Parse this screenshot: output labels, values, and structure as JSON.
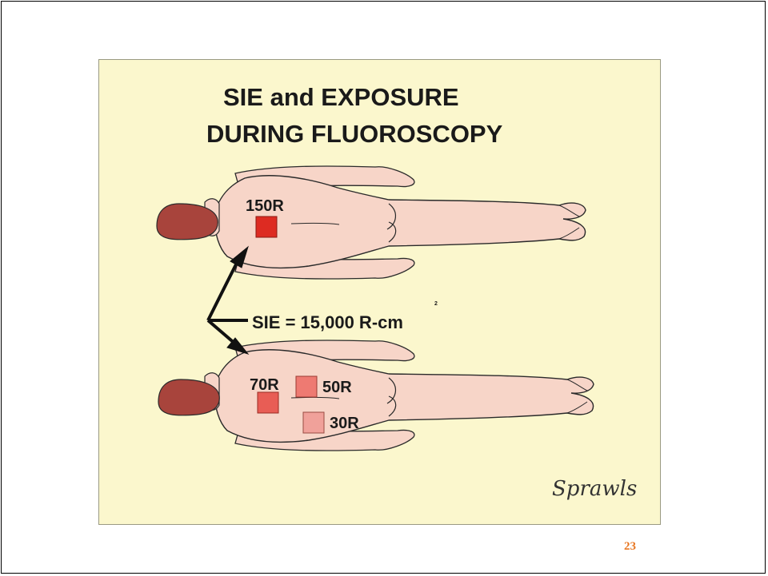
{
  "slide": {
    "title_line1": "SIE and EXPOSURE",
    "title_line2": "DURING FLUOROSCOPY",
    "page_number": "23"
  },
  "diagram": {
    "top_patient": {
      "exposures": [
        {
          "label": "150R",
          "color": "#dd2b22"
        }
      ]
    },
    "bottom_patient": {
      "exposures": [
        {
          "label": "70R",
          "color": "#e85d55"
        },
        {
          "label": "50R",
          "color": "#ee7a72"
        },
        {
          "label": "30R",
          "color": "#f0a19a"
        }
      ]
    },
    "sie_label": "SIE = 15,000 R-cm",
    "sie_superscript": "2",
    "signature": "Sprawls"
  },
  "colors": {
    "background": "#fbf7cd",
    "skin": "#f7d5c8",
    "hair": "#a8443c",
    "outline": "#2a2a2a"
  }
}
